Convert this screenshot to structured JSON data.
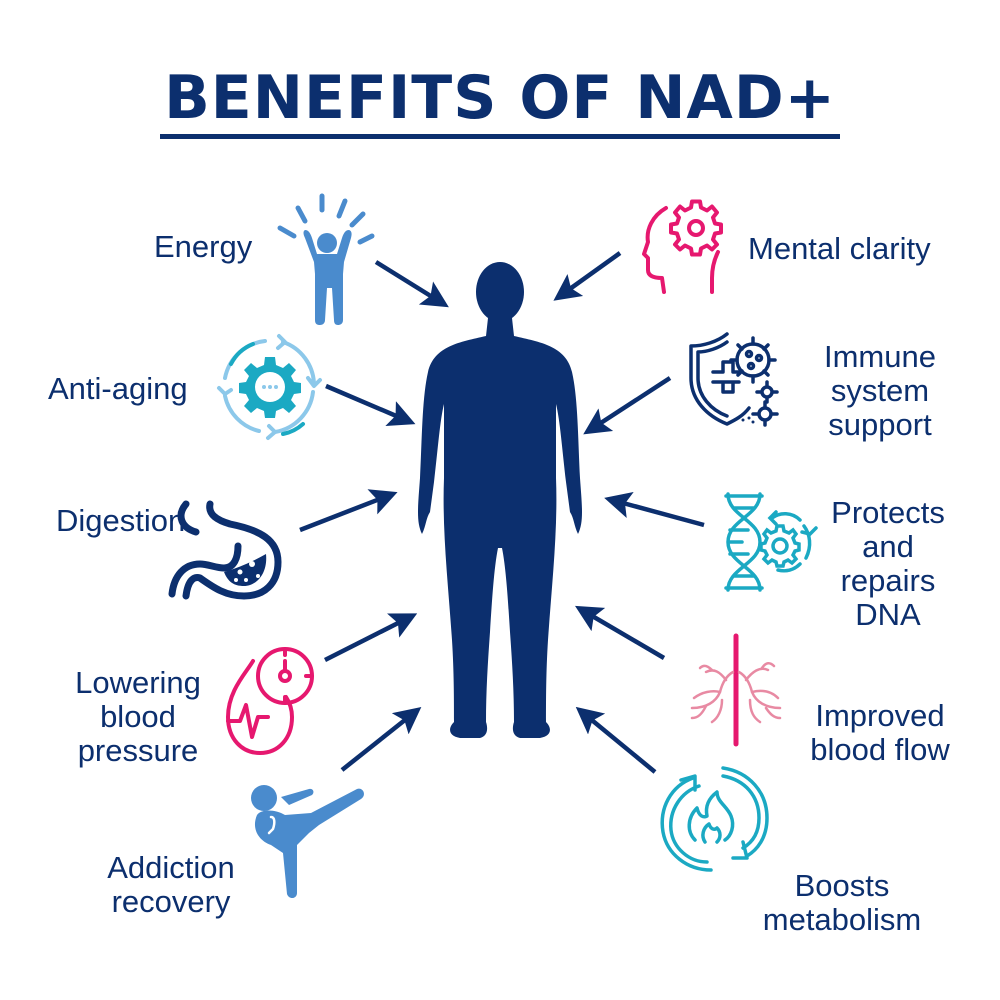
{
  "title": "BENEFITS OF NAD+",
  "colors": {
    "navy": "#0c2f6e",
    "pink": "#e6186f",
    "light_pink": "#e88aa3",
    "teal": "#1ba9c3",
    "light_blue": "#8cc8ea",
    "mid_blue": "#4a8bcd"
  },
  "center_figure": "human-silhouette",
  "benefits_left": [
    {
      "label": "Energy",
      "icon": "person-raising-arms-icon"
    },
    {
      "label": "Anti-aging",
      "icon": "gear-cycle-icon"
    },
    {
      "label": "Digestion",
      "icon": "stomach-icon"
    },
    {
      "label": "Lowering blood pressure",
      "lines": [
        "Lowering",
        "blood",
        "pressure"
      ],
      "icon": "blood-drop-gauge-icon"
    },
    {
      "label": "Addiction recovery",
      "lines": [
        "Addiction",
        "recovery"
      ],
      "icon": "martial-arts-kick-icon"
    }
  ],
  "benefits_right": [
    {
      "label": "Mental clarity",
      "icon": "head-gear-icon"
    },
    {
      "label": "Immune system support",
      "lines": [
        "Immune",
        "system",
        "support"
      ],
      "icon": "shield-virus-icon"
    },
    {
      "label": "Protects and repairs DNA",
      "lines": [
        "Protects",
        "and",
        "repairs",
        "DNA"
      ],
      "icon": "dna-gear-icon"
    },
    {
      "label": "Improved blood flow",
      "lines": [
        "Improved",
        "blood flow"
      ],
      "icon": "blood-vessel-icon"
    },
    {
      "label": "Boosts metabolism",
      "lines": [
        "Boosts",
        "metabolism"
      ],
      "icon": "flame-cycle-icon"
    }
  ]
}
